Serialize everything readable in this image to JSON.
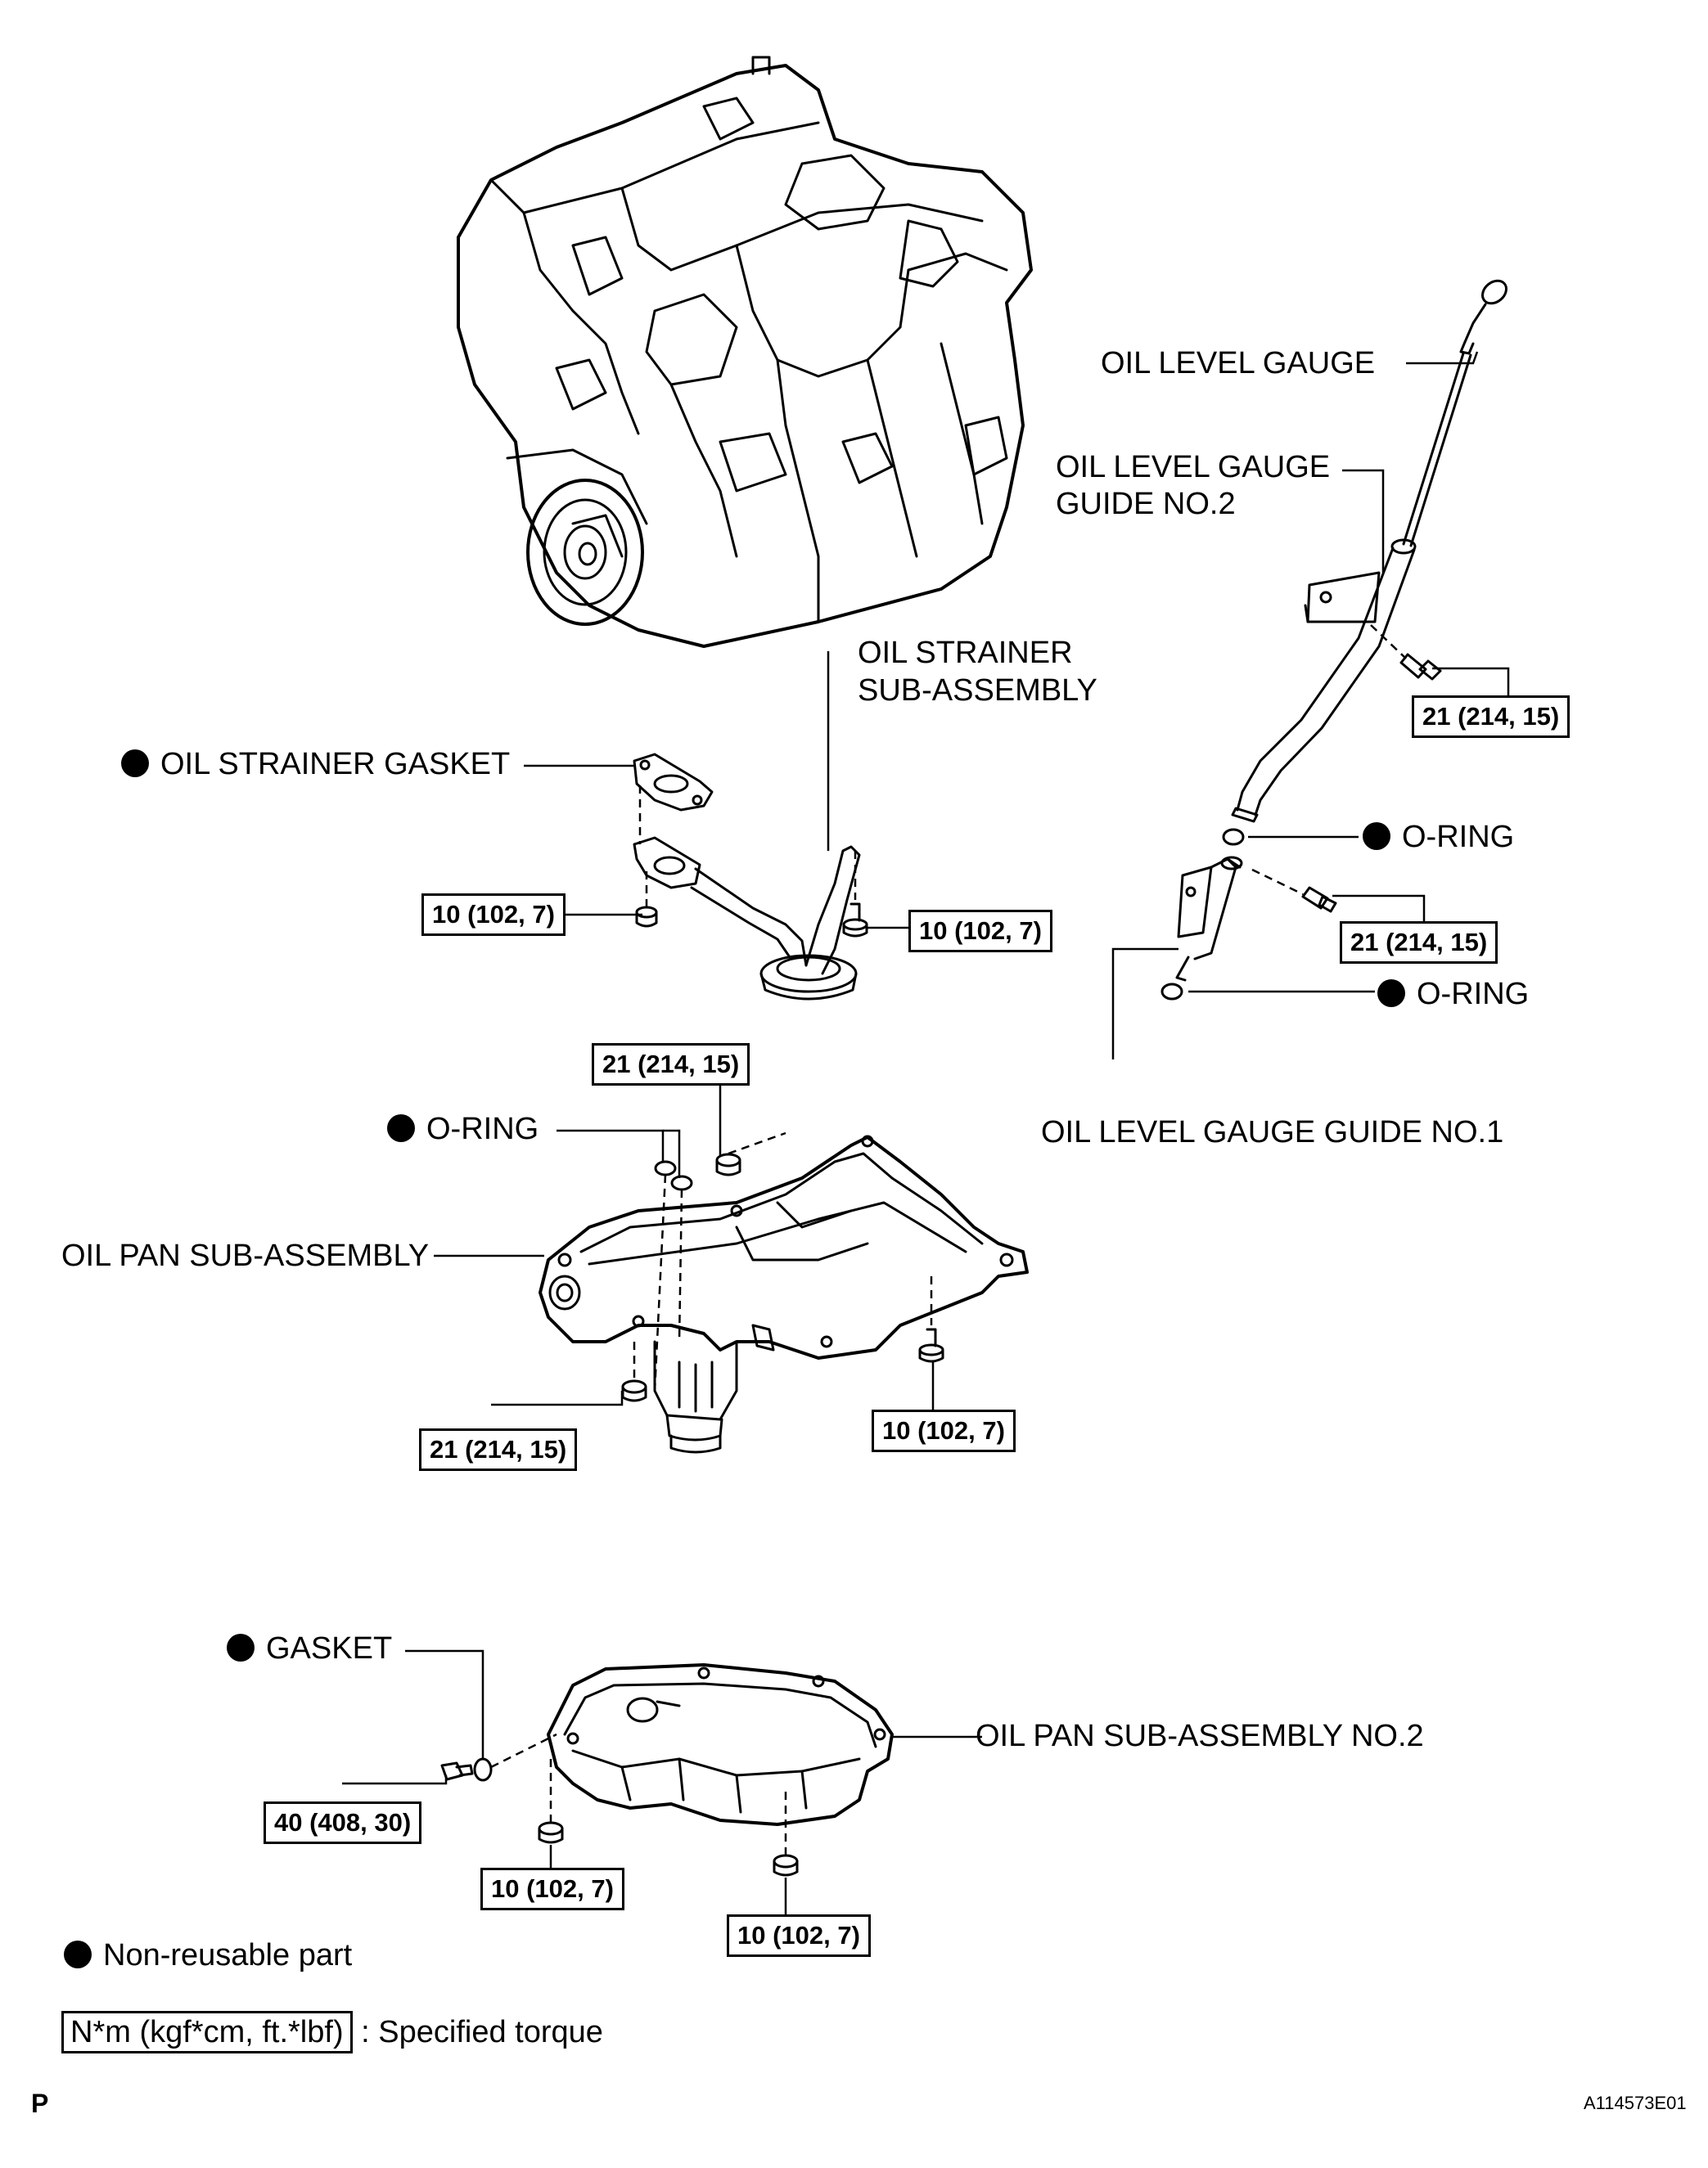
{
  "labels": {
    "oil_level_gauge": "OIL LEVEL GAUGE",
    "gauge_guide_no2_line1": "OIL LEVEL GAUGE",
    "gauge_guide_no2_line2": "GUIDE NO.2",
    "strainer_line1": "OIL STRAINER",
    "strainer_line2": "SUB-ASSEMBLY",
    "strainer_gasket": "OIL STRAINER GASKET",
    "o_ring_upper": "O-RING",
    "o_ring_lower": "O-RING",
    "o_ring_pan": "O-RING",
    "gauge_guide_no1": "OIL LEVEL GAUGE GUIDE NO.1",
    "oil_pan": "OIL PAN SUB-ASSEMBLY",
    "gasket": "GASKET",
    "oil_pan_no2": "OIL PAN SUB-ASSEMBLY NO.2"
  },
  "torques": {
    "guide_no2_bolt": "21 (214, 15)",
    "strainer_left": "10 (102, 7)",
    "strainer_right": "10 (102, 7)",
    "guide_no1_bolt": "21 (214, 15)",
    "pan_top_nut": "21 (214, 15)",
    "pan_bottom_nut": "21 (214, 15)",
    "pan_right_bolt": "10 (102, 7)",
    "drain_plug": "40 (408, 30)",
    "pan2_left_nut": "10 (102, 7)",
    "pan2_right_nut": "10 (102, 7)"
  },
  "legend": {
    "non_reusable": "Non-reusable part",
    "torque_unit": "N*m (kgf*cm, ft.*lbf)",
    "torque_desc": ": Specified torque"
  },
  "footer": {
    "left_mark": "P",
    "figure_id": "A114573E01"
  }
}
